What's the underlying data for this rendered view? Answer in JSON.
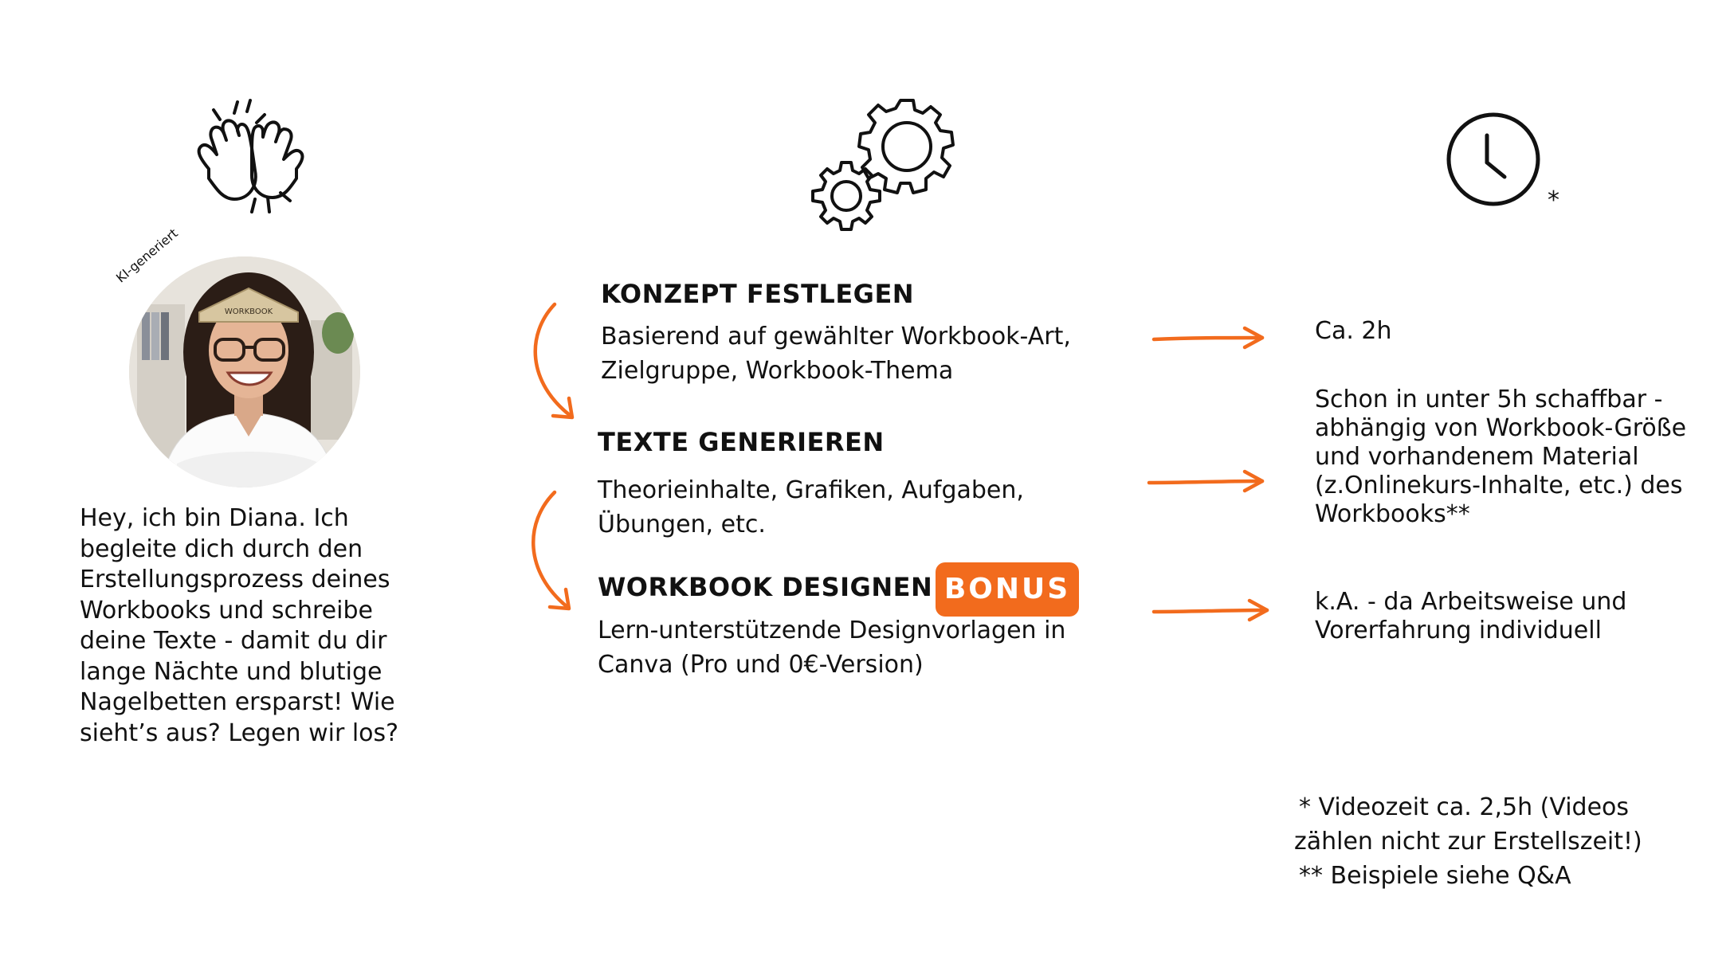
{
  "colors": {
    "accent": "#f26b1d",
    "text": "#111111",
    "background": "#ffffff"
  },
  "icons": {
    "hands": "high-five-icon",
    "gears": "gears-icon",
    "clock": "clock-icon"
  },
  "clock_mark": "*",
  "avatar": {
    "label": "KI-generiert",
    "headband": "WORKBOOK"
  },
  "intro": "Hey, ich bin Diana. Ich begleite dich durch den Erstellungsprozess deines Workbooks und schreibe deine Texte - damit du dir lange Nächte und blutige Nagelbetten ersparst! Wie sieht’s aus? Legen wir los?",
  "steps": [
    {
      "title": "KONZEPT FESTLEGEN",
      "desc_line1": "Basierend auf gewählter Workbook-Art,",
      "desc_line2": "Zielgruppe, Workbook-Thema",
      "time": "Ca. 2h"
    },
    {
      "title": "TEXTE GENERIEREN",
      "desc_line1": "Theorieinhalte, Grafiken, Aufgaben,",
      "desc_line2": "Übungen, etc.",
      "time": "Schon in unter 5h schaffbar - abhängig von Workbook-Größe und vorhandenem Material (z.Onlinekurs-Inhalte, etc.) des Workbooks**"
    },
    {
      "title": "WORKBOOK DESIGNEN",
      "badge": "BONUS",
      "desc_line1": "Lern-unterstützende Designvorlagen in",
      "desc_line2": "Canva (Pro und 0€-Version)",
      "time": "k.A. - da Arbeitsweise und Vorerfahrung individuell"
    }
  ],
  "footnotes": {
    "line1": "* Videozeit ca. 2,5h (Videos",
    "line2": "zählen nicht zur Erstellszeit!)",
    "line3": "** Beispiele siehe Q&A"
  }
}
